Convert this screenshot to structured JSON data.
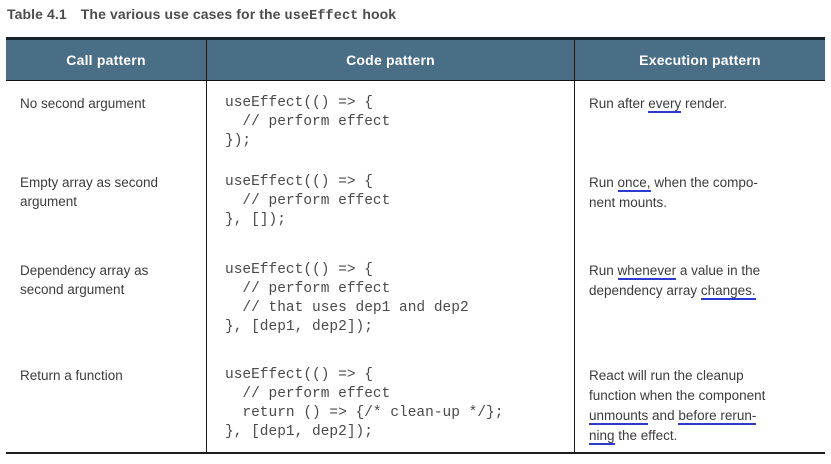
{
  "title": {
    "prefix": "Table 4.1",
    "main": "The various use cases for the ",
    "code": "useEffect",
    "suffix": " hook"
  },
  "colors": {
    "header_bg": "#4a6e86",
    "underline_blue": "#2b3bd0",
    "border_dark": "#1a1a1a"
  },
  "table": {
    "columns": [
      "Call pattern",
      "Code pattern",
      "Execution pattern"
    ],
    "rows": [
      {
        "call": "No second argument",
        "code": "useEffect(() => {\n  // perform effect\n});",
        "exec": [
          {
            "t": "Run after "
          },
          {
            "t": "every",
            "u": true
          },
          {
            "t": " render."
          }
        ]
      },
      {
        "call": "Empty array as second\nargument",
        "code": "useEffect(() => {\n  // perform effect\n}, []);",
        "exec": [
          {
            "t": "Run "
          },
          {
            "t": "once,",
            "u": true
          },
          {
            "t": " when the compo-"
          },
          {
            "br": true
          },
          {
            "t": "nent mounts."
          }
        ]
      },
      {
        "call": "Dependency array as\nsecond argument",
        "code": "useEffect(() => {\n  // perform effect\n  // that uses dep1 and dep2\n}, [dep1, dep2]);",
        "exec": [
          {
            "t": "Run "
          },
          {
            "t": "whenever",
            "u": true
          },
          {
            "t": " a value in the"
          },
          {
            "br": true
          },
          {
            "t": "dependency array "
          },
          {
            "t": "changes.",
            "u": true
          }
        ]
      },
      {
        "call": "Return a function",
        "code": "useEffect(() => {\n  // perform effect\n  return () => {/* clean-up */};\n}, [dep1, dep2]);",
        "exec": [
          {
            "t": "React will run the cleanup"
          },
          {
            "br": true
          },
          {
            "t": "function when the component"
          },
          {
            "br": true
          },
          {
            "t": "unmounts",
            "u": true
          },
          {
            "t": " and "
          },
          {
            "t": "before rerun-",
            "u": true
          },
          {
            "br": true
          },
          {
            "t": "ning",
            "u": true
          },
          {
            "t": " the effect."
          }
        ]
      }
    ]
  }
}
